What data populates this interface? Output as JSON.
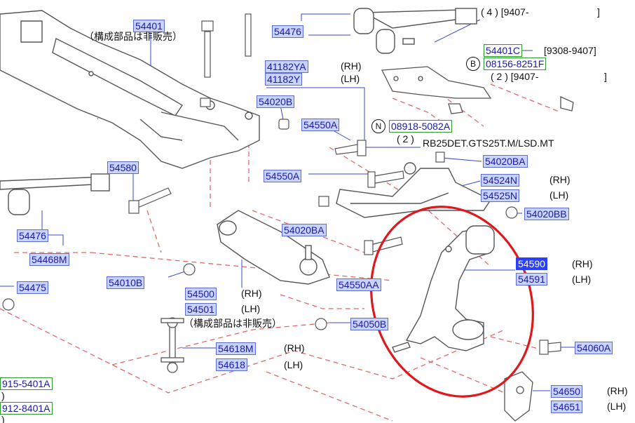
{
  "colors": {
    "highlight_circle": "#e0181e",
    "leader_blue": "#3a4ad0",
    "dash_red": "#e06a6a",
    "part_gray": "#555555"
  },
  "labels": {
    "p54401": "54401",
    "note_crossmember": "（構成部品は非販売）",
    "p54476_top": "54476",
    "p41182ya": "41182YA",
    "p41182y": "41182Y",
    "rh1": "(RH)",
    "lh1": "(LH)",
    "qty4": "( 4 ) [9407-",
    "bracket4": "]",
    "p54401c": "54401C",
    "date9308": "[9308-9407]",
    "b_marker": "B",
    "p08156": "08156-8251F",
    "qty2_b": "( 2 ) [9407-",
    "bracket2": "]",
    "p54020b": "54020B",
    "p54550a_1": "54550A",
    "n_marker": "N",
    "p08918": "08918-5082A",
    "qty2_n": "( 2 )",
    "engine_note": "RB25DET.GTS25T.M/LSD.MT",
    "p54580": "54580",
    "p54020ba_1": "54020BA",
    "p54550a_2": "54550A",
    "p54524n": "54524N",
    "rh2": "(RH)",
    "p54525n": "54525N",
    "lh2": "(LH)",
    "p54476_left": "54476",
    "p54020ba_2": "54020BA",
    "p54020bb": "54020BB",
    "p54468m": "54468M",
    "p54590": "54590",
    "rh3": "(RH)",
    "p54591": "54591",
    "lh3": "(LH)",
    "p54475": "54475",
    "p54010b": "54010B",
    "p54500": "54500",
    "rh4": "(RH)",
    "p54550aa": "54550AA",
    "p54501": "54501",
    "lh4": "(LH)",
    "note_link": "（構成部品は非販売）",
    "p54050b": "54050B",
    "p54618m": "54618M",
    "rh5": "(RH)",
    "p54060a": "54060A",
    "p54618": "54618",
    "lh5": "(LH)",
    "p915": "915-5401A",
    "paren_a": ")",
    "p54650": "54650",
    "rh6": "(RH)",
    "p912": "912-8401A",
    "p54651": "54651",
    "lh6": "(LH)",
    "paren_b": ")"
  }
}
